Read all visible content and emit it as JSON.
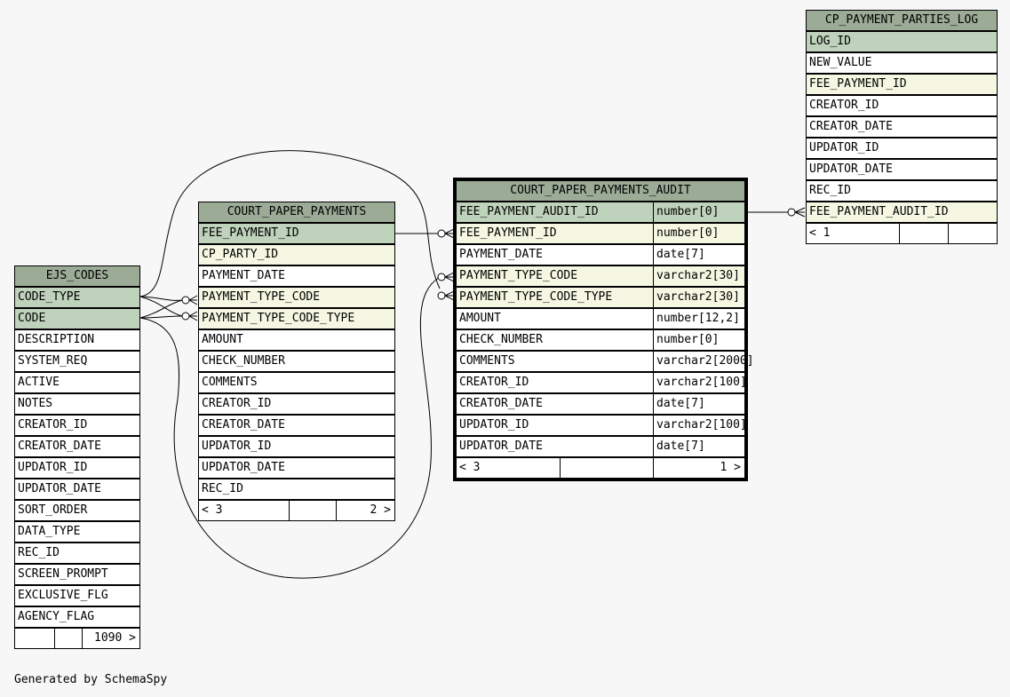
{
  "footer": {
    "generated_by": "Generated by SchemaSpy"
  },
  "tables": {
    "ejs_codes": {
      "name": "EJS_CODES",
      "columns": [
        "CODE_TYPE",
        "CODE",
        "DESCRIPTION",
        "SYSTEM_REQ",
        "ACTIVE",
        "NOTES",
        "CREATOR_ID",
        "CREATOR_DATE",
        "UPDATOR_ID",
        "UPDATOR_DATE",
        "SORT_ORDER",
        "DATA_TYPE",
        "REC_ID",
        "SCREEN_PROMPT",
        "EXCLUSIVE_FLG",
        "AGENCY_FLAG"
      ],
      "kinds": [
        "pk",
        "pk",
        "plain",
        "plain",
        "plain",
        "plain",
        "plain",
        "plain",
        "plain",
        "plain",
        "plain",
        "plain",
        "plain",
        "plain",
        "plain",
        "plain"
      ],
      "footer": [
        "",
        "",
        "1090 >"
      ]
    },
    "court_paper_payments": {
      "name": "COURT_PAPER_PAYMENTS",
      "columns": [
        "FEE_PAYMENT_ID",
        "CP_PARTY_ID",
        "PAYMENT_DATE",
        "PAYMENT_TYPE_CODE",
        "PAYMENT_TYPE_CODE_TYPE",
        "AMOUNT",
        "CHECK_NUMBER",
        "COMMENTS",
        "CREATOR_ID",
        "CREATOR_DATE",
        "UPDATOR_ID",
        "UPDATOR_DATE",
        "REC_ID"
      ],
      "kinds": [
        "pk",
        "fk",
        "plain",
        "fk",
        "fk",
        "plain",
        "plain",
        "plain",
        "plain",
        "plain",
        "plain",
        "plain",
        "plain"
      ],
      "footer": [
        "< 3",
        "",
        "2 >"
      ]
    },
    "court_paper_payments_audit": {
      "name": "COURT_PAPER_PAYMENTS_AUDIT",
      "columns": [
        "FEE_PAYMENT_AUDIT_ID",
        "FEE_PAYMENT_ID",
        "PAYMENT_DATE",
        "PAYMENT_TYPE_CODE",
        "PAYMENT_TYPE_CODE_TYPE",
        "AMOUNT",
        "CHECK_NUMBER",
        "COMMENTS",
        "CREATOR_ID",
        "CREATOR_DATE",
        "UPDATOR_ID",
        "UPDATOR_DATE"
      ],
      "types": [
        "number[0]",
        "number[0]",
        "date[7]",
        "varchar2[30]",
        "varchar2[30]",
        "number[12,2]",
        "number[0]",
        "varchar2[2000]",
        "varchar2[100]",
        "date[7]",
        "varchar2[100]",
        "date[7]"
      ],
      "kinds": [
        "pk",
        "fk",
        "plain",
        "fk",
        "fk",
        "plain",
        "plain",
        "plain",
        "plain",
        "plain",
        "plain",
        "plain"
      ],
      "footer": [
        "< 3",
        "",
        "1 >"
      ]
    },
    "cp_payment_parties_log": {
      "name": "CP_PAYMENT_PARTIES_LOG",
      "columns": [
        "LOG_ID",
        "NEW_VALUE",
        "FEE_PAYMENT_ID",
        "CREATOR_ID",
        "CREATOR_DATE",
        "UPDATOR_ID",
        "UPDATOR_DATE",
        "REC_ID",
        "FEE_PAYMENT_AUDIT_ID"
      ],
      "kinds": [
        "pk",
        "plain",
        "fk",
        "plain",
        "plain",
        "plain",
        "plain",
        "plain",
        "fk"
      ],
      "footer": [
        "< 1",
        "",
        ""
      ]
    }
  }
}
